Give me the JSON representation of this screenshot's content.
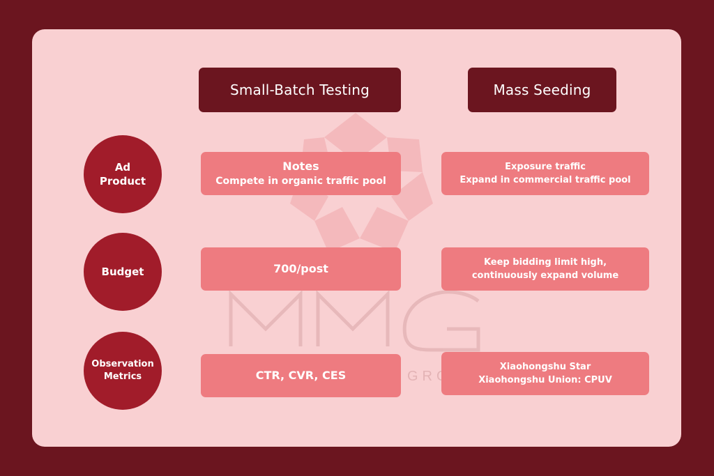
{
  "colors": {
    "background": "#6b151f",
    "panel": "#f9d0d2",
    "header": "#6b151f",
    "circle": "#a11c2a",
    "cell": "#ee7b80",
    "watermark": "#e8b9bb"
  },
  "columns": [
    "Small-Batch Testing",
    "Mass Seeding"
  ],
  "rows": [
    {
      "label_lines": [
        "Ad",
        "Product"
      ],
      "small_batch": [
        "Notes",
        "Compete in organic traffic pool"
      ],
      "mass_seeding": [
        "Exposure traffic",
        "Expand in commercial traffic pool"
      ]
    },
    {
      "label_lines": [
        "Budget"
      ],
      "small_batch": [
        "700/post"
      ],
      "mass_seeding": [
        "Keep bidding limit high,",
        "continuously expand volume"
      ]
    },
    {
      "label_lines": [
        "Observation",
        "Metrics"
      ],
      "small_batch": [
        "CTR, CVR, CES"
      ],
      "mass_seeding": [
        "Xiaohongshu Star",
        "Xiaohongshu Union: CPUV"
      ]
    }
  ],
  "watermark": {
    "logo_text": "MMG",
    "sub_text": "GRO",
    "icon": "flower-logo-icon"
  }
}
